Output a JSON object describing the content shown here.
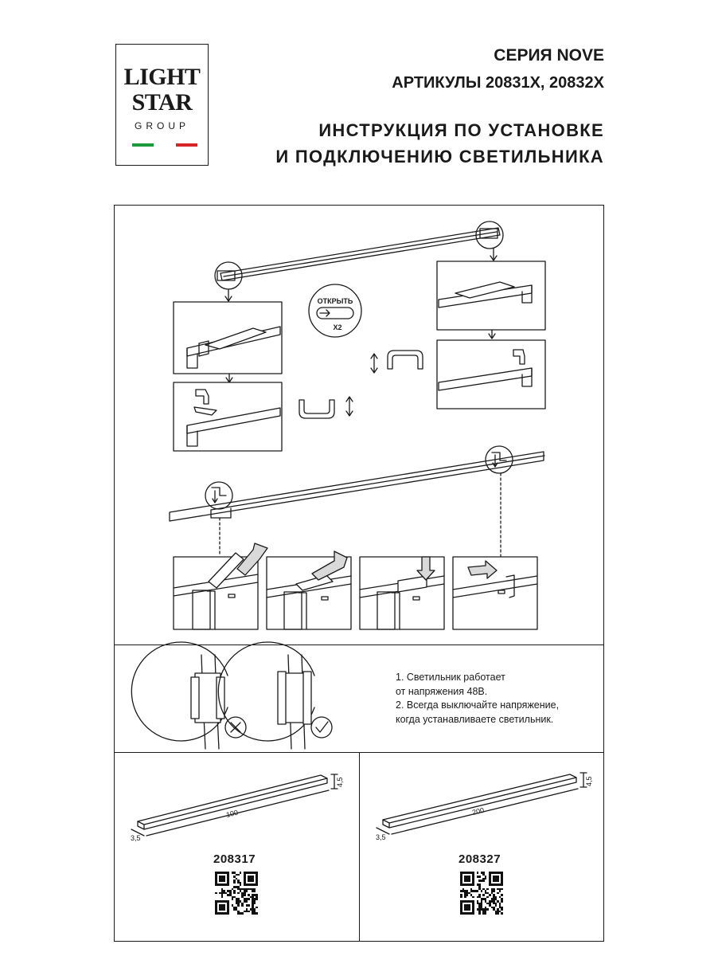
{
  "logo": {
    "line1": "LIGHT",
    "line2": "STAR",
    "line3": "GROUP",
    "flag_colors": [
      "#1e9a3e",
      "#ffffff",
      "#d8232a"
    ]
  },
  "header": {
    "series": "СЕРИЯ NOVE",
    "articles": "АРТИКУЛЫ 20831X, 20832X",
    "title_line1": "ИНСТРУКЦИЯ ПО УСТАНОВКЕ",
    "title_line2": "И ПОДКЛЮЧЕНИЮ СВЕТИЛЬНИКА"
  },
  "open_badge": {
    "label": "ОТКРЫТЬ",
    "count": "X2"
  },
  "notes": {
    "line1": "1. Светильник работает",
    "line2": "от напряжения 48В.",
    "line3": "2. Всегда выключайте напряжение,",
    "line4": "когда устанавливаете светильник."
  },
  "products": [
    {
      "sku": "208317",
      "length": "100",
      "width": "3,5",
      "height": "4,5"
    },
    {
      "sku": "208327",
      "length": "200",
      "width": "3,5",
      "height": "4,5"
    }
  ],
  "colors": {
    "ink": "#1a1a1a",
    "arrow_fill": "#d9d9d9"
  }
}
